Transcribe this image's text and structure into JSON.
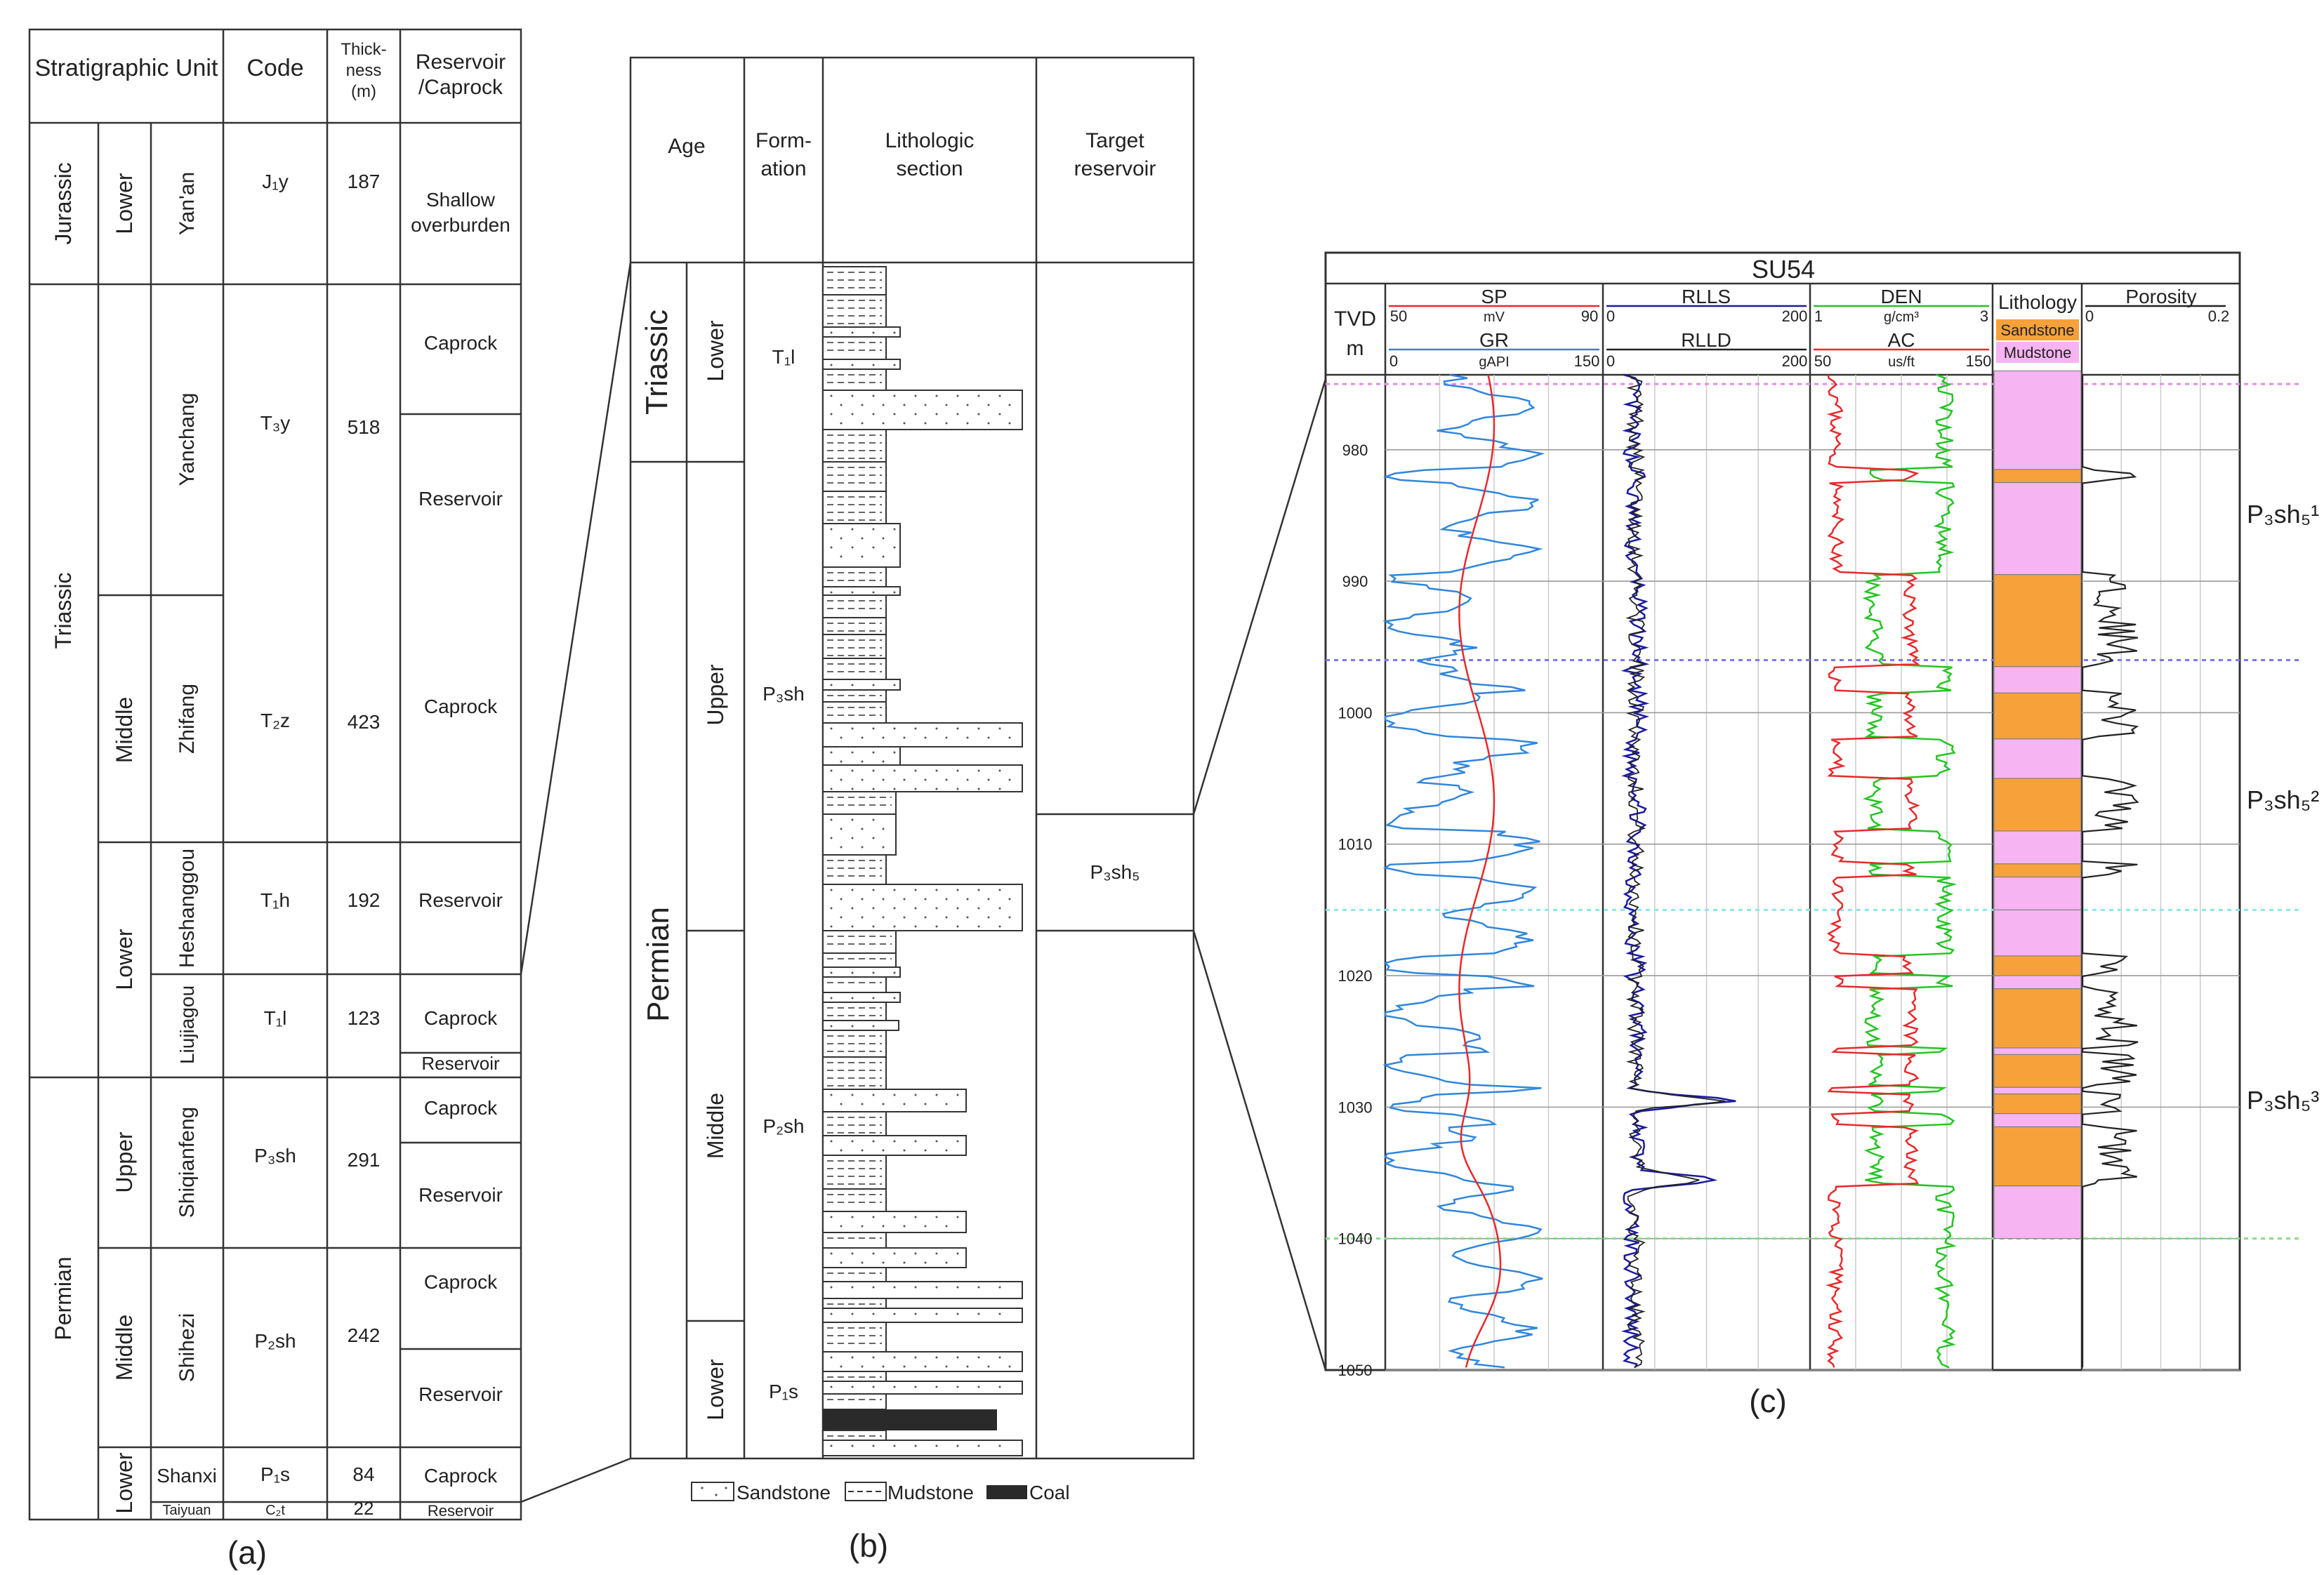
{
  "panel_a": {
    "caption": "(a)",
    "headers": [
      "Stratigraphic Unit",
      "Code",
      "Thick-",
      "ness",
      "(m)",
      "Reservoir",
      "/Caprock"
    ],
    "systems": [
      "Jurassic",
      "Triassic",
      "Permian"
    ],
    "series": [
      "Lower",
      "Middle",
      "Lower",
      "Upper",
      "Middle",
      "Lower"
    ],
    "formations": [
      "Yan'an",
      "Yanchang",
      "Zhifang",
      "Heshanggou",
      "Liujiagou",
      "Shiqianfeng",
      "Shihezi",
      "Shanxi",
      "Taiyuan"
    ],
    "codes": [
      "J₁y",
      "T₃y",
      "T₂z",
      "T₁h",
      "T₁l",
      "P₃sh",
      "P₂sh",
      "P₁s",
      "C₂t"
    ],
    "thickness": [
      "187",
      "518",
      "423",
      "192",
      "123",
      "291",
      "242",
      "84",
      "22"
    ],
    "roles": [
      "Shallow",
      "overburden",
      "Caprock",
      "Reservoir",
      "Caprock",
      "Reservoir",
      "Caprock",
      "Reservoir",
      "Caprock",
      "Reservoir",
      "Caprock",
      "Reservoir",
      "Caprock",
      "Reservoir"
    ]
  },
  "panel_b": {
    "caption": "(b)",
    "headers": [
      "Age",
      "Form-",
      "ation",
      "Lithologic",
      "section",
      "Target",
      "reservoir"
    ],
    "systems": [
      "Triassic",
      "Permian"
    ],
    "series": [
      "Lower",
      "Upper",
      "Middle",
      "Lower"
    ],
    "formations": [
      "T₁l",
      "P₃sh",
      "P₂sh",
      "P₁s"
    ],
    "target": "P₃sh₅",
    "legend": [
      "Sandstone",
      "Mudstone",
      "Coal"
    ]
  },
  "panel_c": {
    "caption": "(c)",
    "well": "SU54",
    "depth_header": [
      "TVD",
      "m"
    ],
    "depth_ticks": [
      "980",
      "990",
      "1000",
      "1010",
      "1020",
      "1030",
      "1040",
      "1050"
    ],
    "tracks": {
      "sp": {
        "name": "SP",
        "unit": "mV",
        "min": "50",
        "max": "90",
        "color": "#e8292b"
      },
      "gr": {
        "name": "GR",
        "unit": "gAPI",
        "min": "0",
        "max": "150",
        "color": "#2f86dc"
      },
      "rlls": {
        "name": "RLLS",
        "min": "0",
        "max": "200",
        "color": "#1a1aa0"
      },
      "rlld": {
        "name": "RLLD",
        "min": "0",
        "max": "200",
        "color": "#222222"
      },
      "den": {
        "name": "DEN",
        "unit": "g/cm³",
        "min": "1",
        "max": "3",
        "color": "#22c422"
      },
      "ac": {
        "name": "AC",
        "unit": "us/ft",
        "min": "50",
        "max": "150",
        "color": "#e8292b"
      },
      "lithology": {
        "name": "Lithology",
        "sand": "Sandstone",
        "mud": "Mudstone",
        "sand_color": "#f7a13b",
        "mud_color": "#f6b4f2"
      },
      "porosity": {
        "name": "Porosity",
        "min": "0",
        "max": "0.2"
      }
    },
    "zones": [
      "P₃sh₅¹",
      "P₃sh₅²",
      "P₃sh₅³"
    ],
    "litho_intervals": [
      {
        "top": 974.0,
        "base": 981.5,
        "lith": "mud"
      },
      {
        "top": 981.5,
        "base": 982.5,
        "lith": "sand"
      },
      {
        "top": 982.5,
        "base": 989.5,
        "lith": "mud"
      },
      {
        "top": 989.5,
        "base": 996.5,
        "lith": "sand"
      },
      {
        "top": 996.5,
        "base": 998.5,
        "lith": "mud"
      },
      {
        "top": 998.5,
        "base": 1002.0,
        "lith": "sand"
      },
      {
        "top": 1002.0,
        "base": 1005.0,
        "lith": "mud"
      },
      {
        "top": 1005.0,
        "base": 1009.0,
        "lith": "sand"
      },
      {
        "top": 1009.0,
        "base": 1011.5,
        "lith": "mud"
      },
      {
        "top": 1011.5,
        "base": 1012.5,
        "lith": "sand"
      },
      {
        "top": 1012.5,
        "base": 1015.0,
        "lith": "mud"
      },
      {
        "top": 1015.0,
        "base": 1018.5,
        "lith": "mud"
      },
      {
        "top": 1018.5,
        "base": 1020.0,
        "lith": "sand"
      },
      {
        "top": 1020.0,
        "base": 1021.0,
        "lith": "mud"
      },
      {
        "top": 1021.0,
        "base": 1025.5,
        "lith": "sand"
      },
      {
        "top": 1025.5,
        "base": 1026.0,
        "lith": "mud"
      },
      {
        "top": 1026.0,
        "base": 1028.5,
        "lith": "sand"
      },
      {
        "top": 1028.5,
        "base": 1029.0,
        "lith": "mud"
      },
      {
        "top": 1029.0,
        "base": 1030.5,
        "lith": "sand"
      },
      {
        "top": 1030.5,
        "base": 1031.5,
        "lith": "mud"
      },
      {
        "top": 1031.5,
        "base": 1036.0,
        "lith": "sand"
      },
      {
        "top": 1036.0,
        "base": 1040.0,
        "lith": "mud"
      }
    ]
  }
}
